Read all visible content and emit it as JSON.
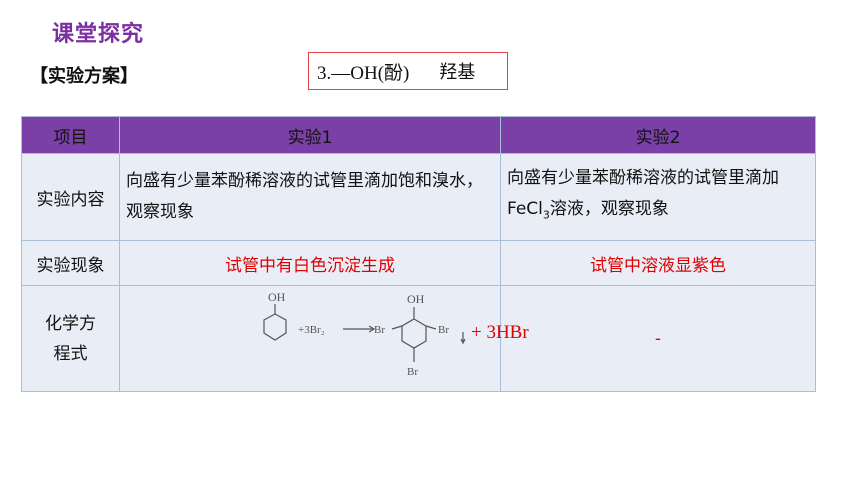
{
  "header": {
    "title": "课堂探究",
    "scheme_label": "【实验方案】",
    "note_prefix": "3.—OH(酚)",
    "note_suffix": "羟基"
  },
  "table": {
    "headers": [
      "项目",
      "实验1",
      "实验2"
    ],
    "rows": {
      "content": {
        "label": "实验内容",
        "exp1": "向盛有少量苯酚稀溶液的试管里滴加饱和溴水，观察现象",
        "exp2_a": "向盛有少量苯酚稀溶液的试管里滴加FeCl",
        "exp2_sub": "3",
        "exp2_b": "溶液，观察现象"
      },
      "phenomenon": {
        "label": "实验现象",
        "exp1": "试管中有白色沉淀生成",
        "exp2": "试管中溶液显紫色"
      },
      "equation": {
        "label_line1": "化学方",
        "label_line2": "程式",
        "reactant_group": "OH",
        "reagent": "+3Br₂",
        "product_group": "OH",
        "substituent": "Br",
        "byproduct": "+ 3HBr",
        "exp2": "-"
      }
    }
  },
  "colors": {
    "accent": "#7b2fa0",
    "header_bg": "#7b3fa8",
    "cell_bg": "#e9eef6",
    "highlight": "#e00000"
  }
}
